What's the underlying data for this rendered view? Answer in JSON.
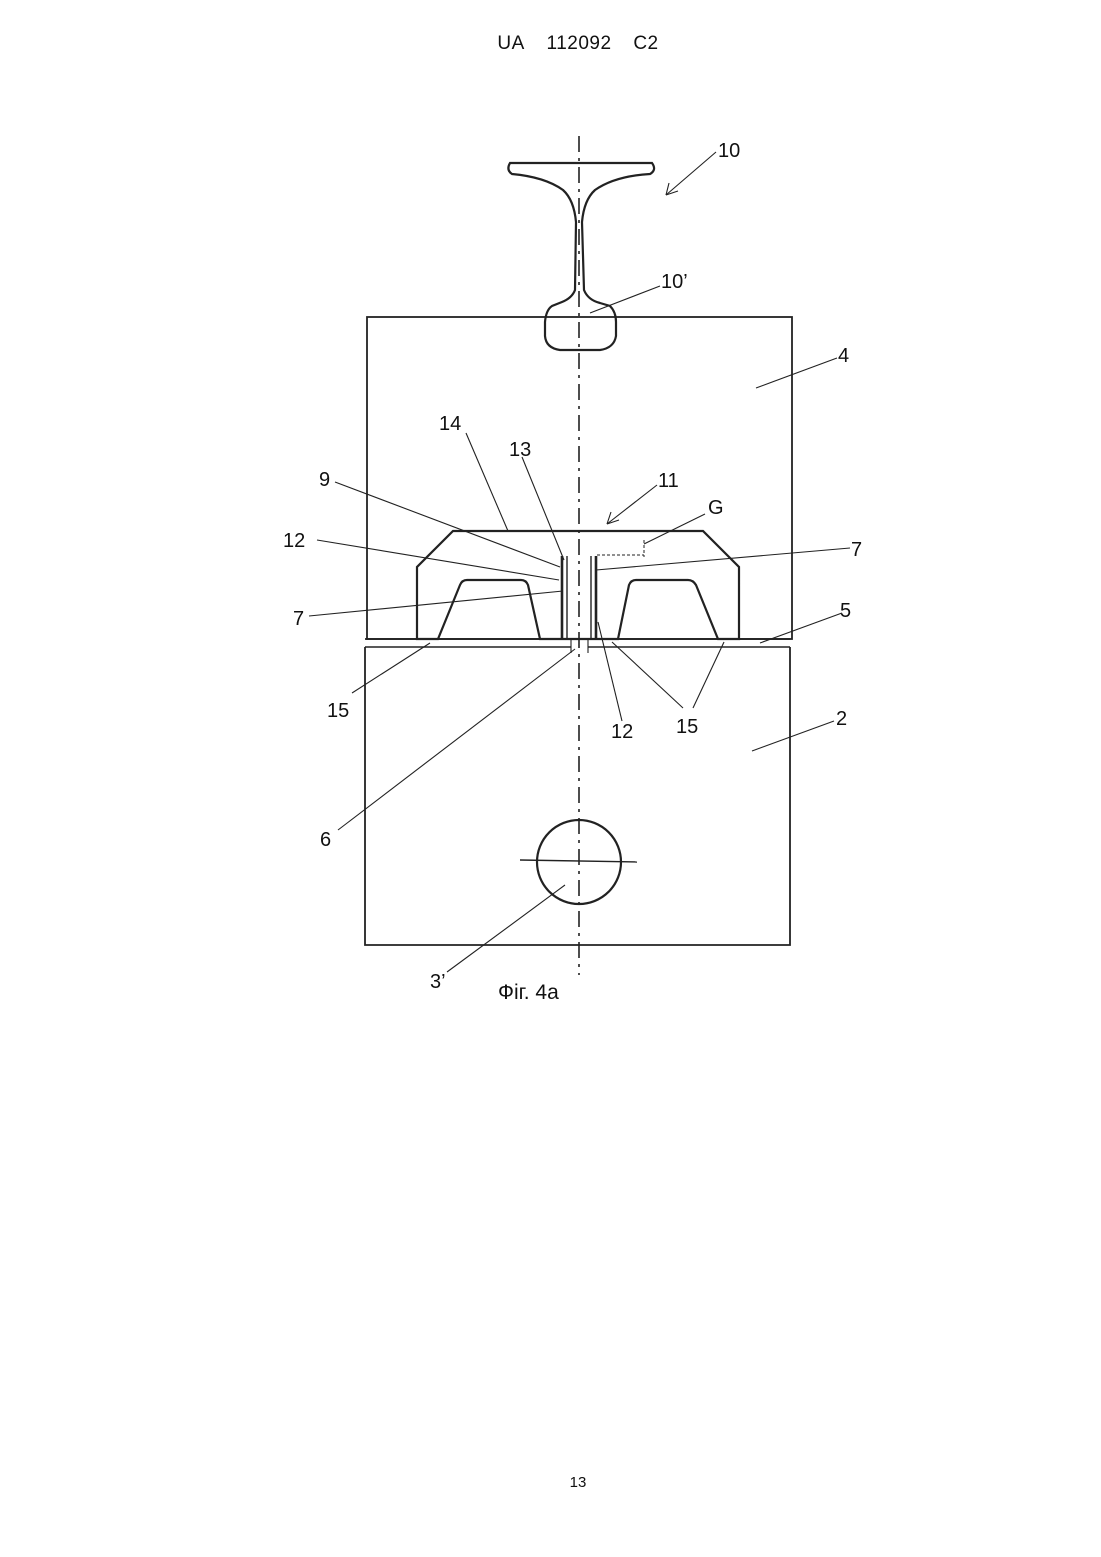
{
  "header": {
    "country": "UA",
    "number": "112092",
    "kind": "C2"
  },
  "page_number": "13",
  "figure": {
    "caption": "Фіг. 4а",
    "labels": {
      "l10": "10",
      "l10p": "10’",
      "l4": "4",
      "l14": "14",
      "l13": "13",
      "l9": "9",
      "l11": "11",
      "lG": "G",
      "l12a": "12",
      "l7a": "7",
      "l7b": "7",
      "l5": "5",
      "l15a": "15",
      "l12b": "12",
      "l15b": "15",
      "l2": "2",
      "l6": "6",
      "l3p": "3’"
    }
  }
}
